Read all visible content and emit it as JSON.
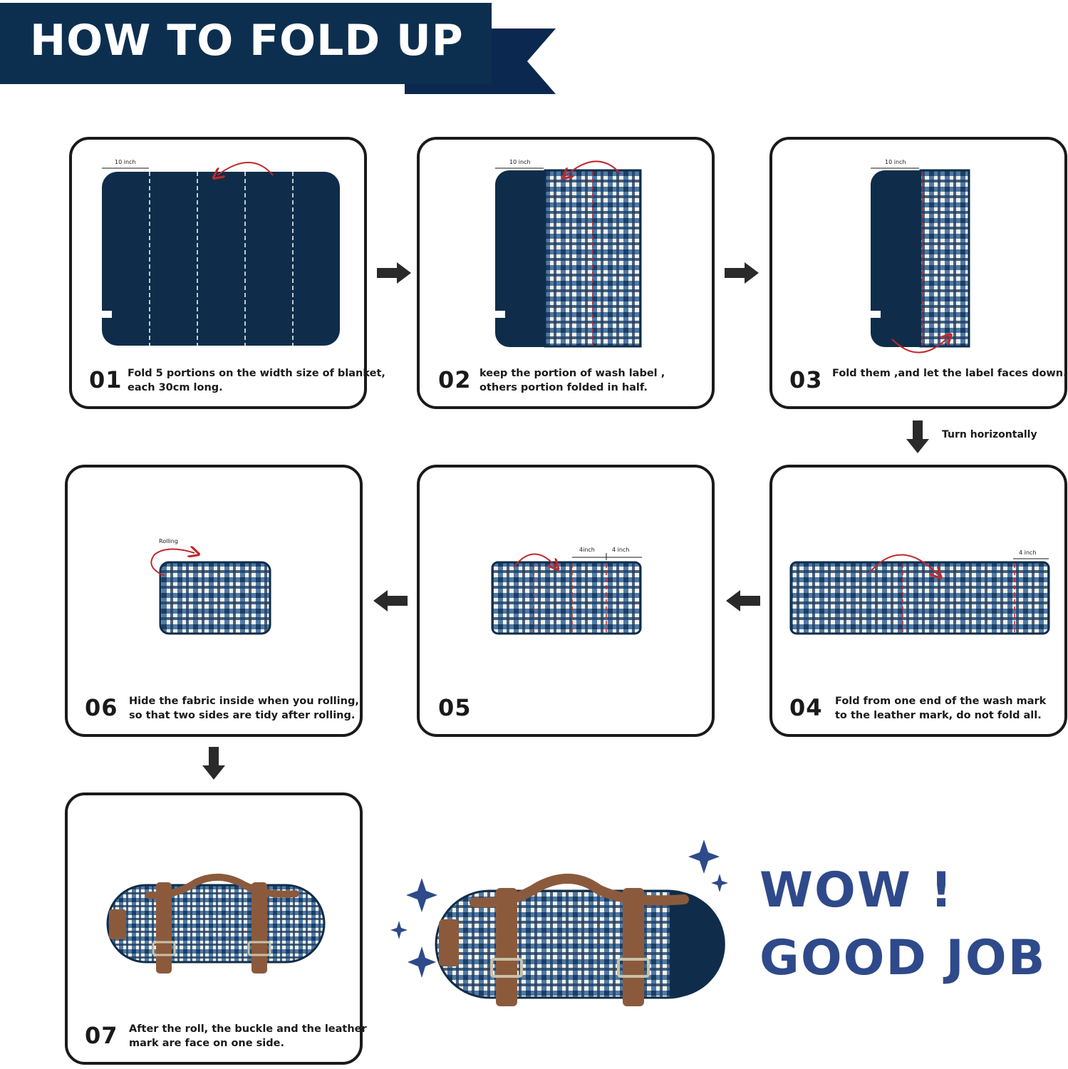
{
  "header": {
    "title": "HOW TO FOLD UP"
  },
  "steps": [
    {
      "num": "01",
      "line1": "Fold 5 portions on the width size of blanket,",
      "line2": "each 30cm long.",
      "measure": "10 inch"
    },
    {
      "num": "02",
      "line1": "keep the portion of wash label ,",
      "line2": "others portion folded in half.",
      "measure": "10 inch"
    },
    {
      "num": "03",
      "line1": "Fold them ,and let the label faces down.",
      "line2": "",
      "measure": "10 inch"
    },
    {
      "num": "04",
      "line1": "Fold from one end of the wash mark",
      "line2": "to the leather mark, do not fold all.",
      "measure": "4 inch"
    },
    {
      "num": "05",
      "line1": "",
      "line2": "",
      "measure_a": "4inch",
      "measure_b": "4 inch"
    },
    {
      "num": "06",
      "line1": "Hide the fabric inside when you rolling,",
      "line2": "so that two sides are tidy after rolling.",
      "measure": "Rolling"
    },
    {
      "num": "07",
      "line1": "After the roll, the buckle and the leather",
      "line2": "mark are face on one side."
    }
  ],
  "turn_label": "Turn horizontally",
  "finale": {
    "line1": "WOW !",
    "line2": "GOOD JOB !"
  },
  "colors": {
    "navy": "#0f2d4a",
    "banner": "#0d2f4f",
    "banner_tail": "#0b2850",
    "plaid_blue": "#3a6a9a",
    "plaid_dark": "#1d3d63",
    "red": "#c0282c",
    "leather": "#8b5a3c",
    "finale_text": "#2f4a8a"
  },
  "icons": [
    "arrow-right-icon",
    "arrow-down-icon",
    "arrow-left-icon",
    "sparkle-icon",
    "fold-arrow-icon"
  ]
}
